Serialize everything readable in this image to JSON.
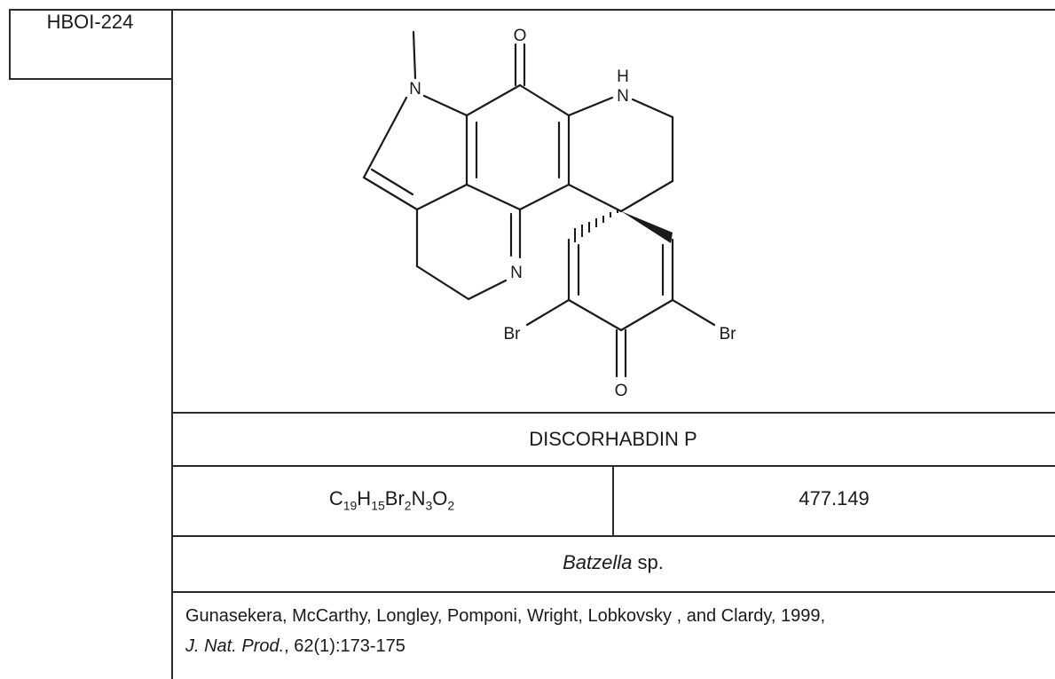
{
  "compound_id": "HBOI-224",
  "structure": {
    "atom_labels": {
      "n_methyl": "N",
      "o_ketone_top": "O",
      "nh_h": "H",
      "nh_n": "N",
      "n_imine": "N",
      "br_left": "Br",
      "br_right": "Br",
      "o_ketone_bottom": "O"
    }
  },
  "compound_name": "DISCORHABDIN P",
  "formula": {
    "parts": [
      {
        "el": "C",
        "n": "19"
      },
      {
        "el": "H",
        "n": "15"
      },
      {
        "el": "Br",
        "n": "2"
      },
      {
        "el": "N",
        "n": "3"
      },
      {
        "el": "O",
        "n": "2"
      }
    ]
  },
  "molecular_weight": "477.149",
  "source_organism": {
    "genus": "Batzella",
    "suffix": " sp."
  },
  "reference": {
    "authors": "Gunasekera, McCarthy, Longley, Pomponi, Wright, Lobkovsky , and Clardy, 1999,",
    "journal": "J. Nat. Prod.",
    "citation": ", 62(1):173-175"
  }
}
